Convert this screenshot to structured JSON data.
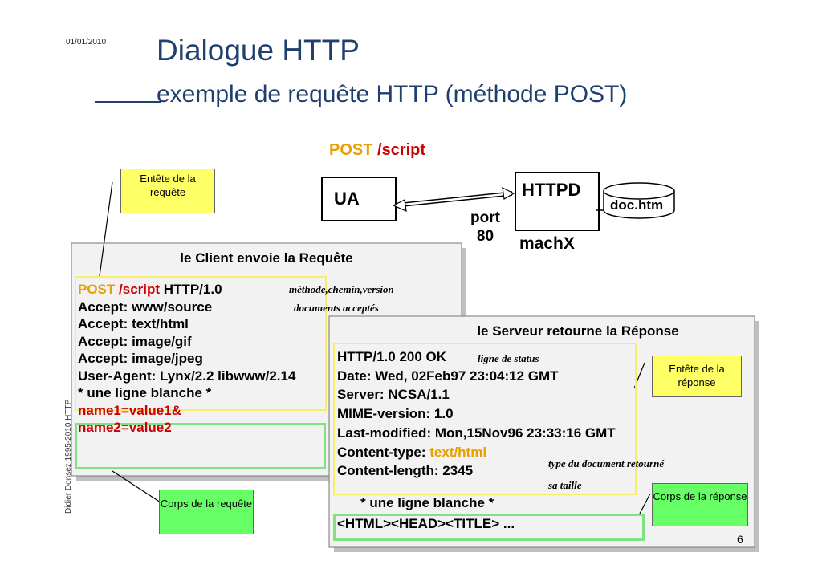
{
  "header": {
    "date": "01/01/2010",
    "title": "Dialogue HTTP",
    "subtitle": "exemple de requête HTTP (méthode POST)"
  },
  "diagram": {
    "post_method": "POST",
    "post_path": "/script",
    "ua_label": "UA",
    "httpd_label": "HTTPD",
    "port_label": "port",
    "port_number": "80",
    "machine_label": "machX",
    "document_label": "doc.htm"
  },
  "callouts": {
    "request_header": "Entête de la requête",
    "request_body": "Corps de la requête",
    "response_header": "Entête de la réponse",
    "response_body": "Corps de la réponse"
  },
  "request": {
    "title": "le Client envoie la Requête",
    "method": "POST",
    "path": "/script",
    "version": "HTTP/1.0",
    "headers": [
      "Accept: www/source",
      "Accept: text/html",
      "Accept: image/gif",
      "Accept: image/jpeg",
      "User-Agent:  Lynx/2.2  libwww/2.14"
    ],
    "blank_line": "* une ligne blanche *",
    "body": [
      "name1=value1&",
      "name2=value2"
    ],
    "notes": {
      "request_line": "méthode,chemin,version",
      "accept": "documents acceptés"
    }
  },
  "response": {
    "title": "le Serveur retourne la Réponse",
    "status_line": "HTTP/1.0 200 OK",
    "headers": [
      "Date: Wed, 02Feb97 23:04:12 GMT",
      "Server: NCSA/1.1",
      "MIME-version: 1.0",
      "Last-modified: Mon,15Nov96 23:33:16 GMT"
    ],
    "content_type_label": "Content-type:",
    "content_type_value": "text/html",
    "content_length": "Content-length: 2345",
    "blank_line": "* une ligne blanche *",
    "body": "<HTML><HEAD><TITLE> ...",
    "notes": {
      "status": "ligne de status",
      "content_type": "type du document retourné",
      "content_length": "sa taille"
    }
  },
  "footer": {
    "vertical_credit": "Didier Donsez 1995-2010  HTTP",
    "page_number": "6"
  },
  "colors": {
    "title": "#1f3f6e",
    "method": "#e8a000",
    "path": "#cc0000",
    "header_callout": "#ffff66",
    "body_callout": "#66ff66",
    "header_frame": "#f7ee6a",
    "body_frame": "#7fe47f",
    "panel": "#f2f2f2"
  }
}
